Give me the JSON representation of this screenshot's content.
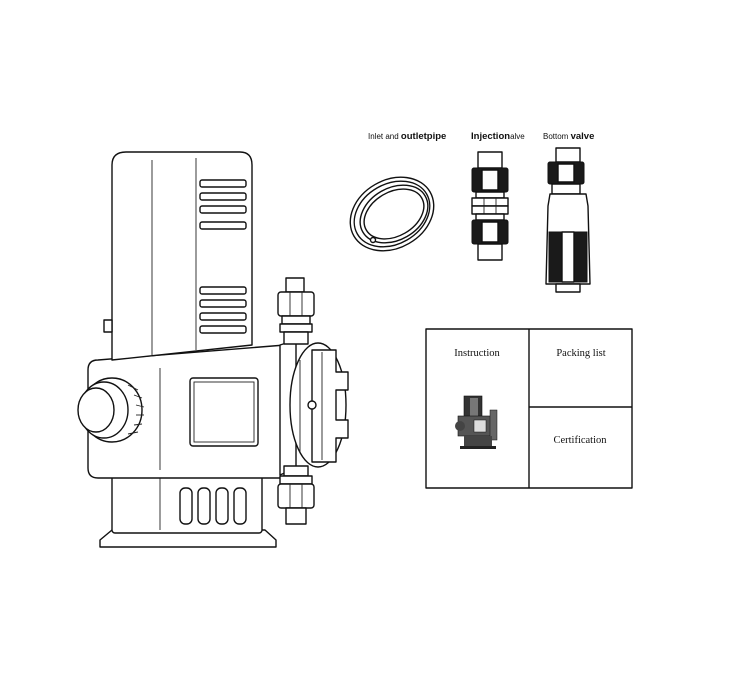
{
  "labels": {
    "inlet_prefix": "Inlet and ",
    "inlet_bold": "outletpipe",
    "injection_bold": "Injection",
    "injection_suffix": "alve",
    "bottom_prefix": "Bottom ",
    "bottom_bold": "valve"
  },
  "package_box": {
    "instruction": "Instruction",
    "packing_list": "Packing list",
    "certification": "Certification"
  },
  "colors": {
    "line": "#111111",
    "background": "#ffffff"
  }
}
